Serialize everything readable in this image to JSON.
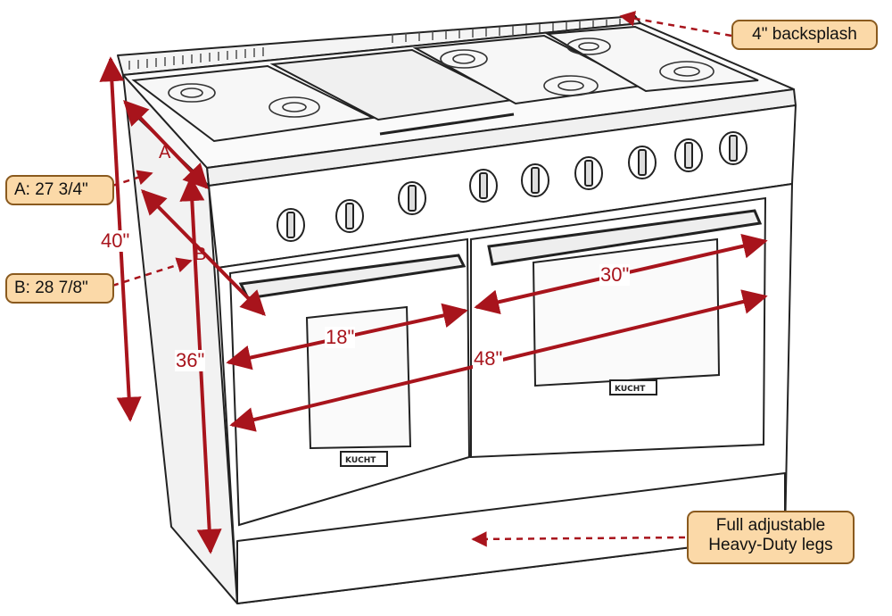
{
  "callouts": {
    "backsplash": "4\" backsplash",
    "depth_a": "A: 27 3/4\"",
    "depth_b": "B: 28 7/8\"",
    "legs_line1": "Full adjustable",
    "legs_line2": "Heavy-Duty legs"
  },
  "dimensions": {
    "overall_height": "40\"",
    "cooktop_height": "36\"",
    "small_oven_width": "18\"",
    "large_oven_width": "30\"",
    "overall_width": "48\""
  },
  "markers": {
    "a": "A",
    "b": "B"
  },
  "brand": "KUCHT",
  "colors": {
    "dimension": "#a8141c",
    "callout_fill": "#fbd9a8",
    "callout_border": "#8a5a1e",
    "line_art": "#222222"
  },
  "icons": [
    "gas-burner-icon",
    "griddle-icon",
    "control-knob-icon",
    "oven-handle-icon",
    "dashed-arrow-icon"
  ]
}
